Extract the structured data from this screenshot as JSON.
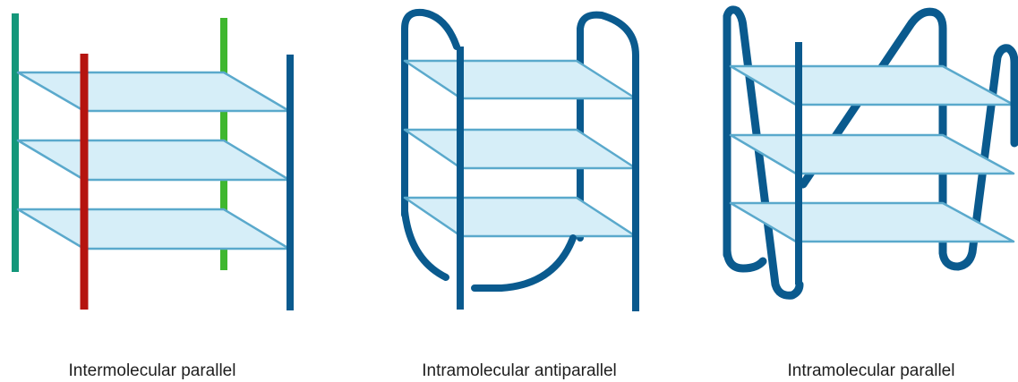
{
  "panels": [
    {
      "caption": "Intermolecular parallel"
    },
    {
      "caption": "Intramolecular antiparallel"
    },
    {
      "caption": "Intramolecular parallel"
    }
  ],
  "colors": {
    "tetrad_fill": "#d6eef8",
    "tetrad_stroke": "#5aa9cc",
    "strand_teal": "#14977a",
    "strand_red": "#b5140f",
    "strand_green": "#3fb72f",
    "strand_blue": "#0a5a8e"
  }
}
